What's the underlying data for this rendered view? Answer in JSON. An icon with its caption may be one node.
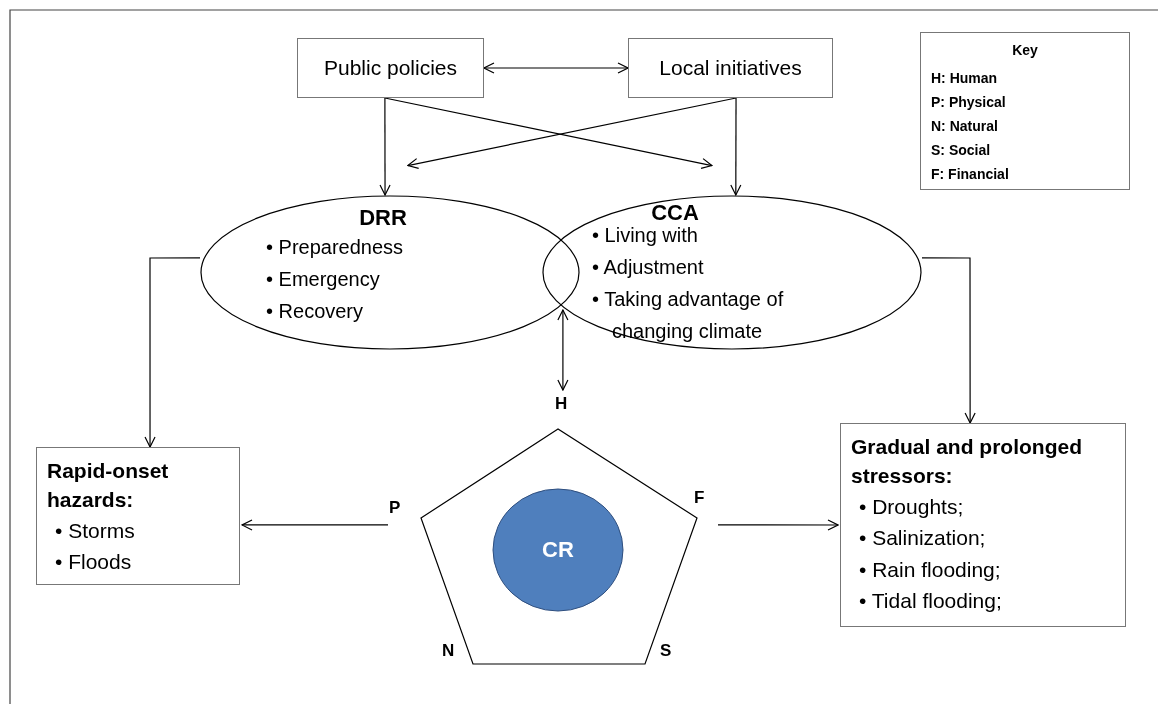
{
  "diagram": {
    "nodes": [
      {
        "text": [
          "Public policies"
        ]
      },
      {
        "text": [
          "Local initiatives"
        ]
      },
      {
        "text": [
          "Key",
          "H: Human",
          "P: Physical",
          "N: Natural",
          "S: Social",
          "F: Financial"
        ]
      },
      {
        "text": [
          "DRR",
          "• Preparedness",
          "• Emergency",
          "• Recovery"
        ]
      },
      {
        "text": [
          "CCA",
          "• Living with",
          "• Adjustment",
          "• Taking advantage of changing climate"
        ]
      },
      {
        "text": [
          "Rapid-onset hazards:",
          "• Storms",
          "• Floods"
        ]
      },
      {
        "text": [],
        "shape": "pentagon",
        "beside": [
          "H",
          "P",
          "F",
          "N",
          "S"
        ]
      },
      {
        "text": [
          "CR"
        ],
        "in": 6
      },
      {
        "text": [
          "Gradual and prolonged stressors:",
          "• Droughts;",
          "• Salinization;",
          "• Rain flooding;",
          "• Tidal flooding;"
        ]
      }
    ],
    "edges": [
      {
        "from": 0,
        "to": 1,
        "arrow": "both"
      },
      {
        "from": 0,
        "to": 3,
        "arrow": "to"
      },
      {
        "from": 0,
        "to": 4,
        "arrow": "to"
      },
      {
        "from": 1,
        "to": 3,
        "arrow": "to"
      },
      {
        "from": 1,
        "to": 4,
        "arrow": "to"
      },
      {
        "from": 3,
        "to": 5,
        "arrow": "to"
      },
      {
        "from": 4,
        "to": 8,
        "arrow": "to"
      },
      {
        "from": 3,
        "to": 6,
        "arrow": "both"
      },
      {
        "from": 6,
        "to": 5,
        "arrow": "to"
      },
      {
        "from": 6,
        "to": 8,
        "arrow": "to"
      }
    ]
  }
}
